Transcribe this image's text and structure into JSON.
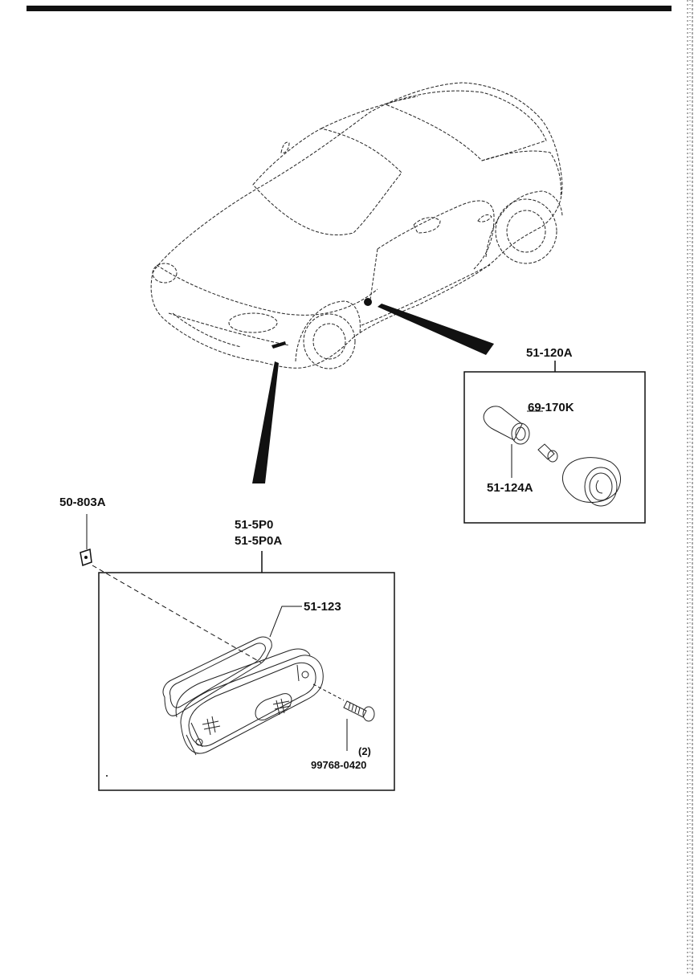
{
  "labels": {
    "bulb_socket_assembly": "51-120A",
    "bulb": "69-170K",
    "socket": "51-124A",
    "clip": "50-803A",
    "lamp_assembly_1": "51-5P0",
    "lamp_assembly_2": "51-5P0A",
    "gasket": "51-123",
    "screw_qty": "(2)",
    "screw": "99768-0420"
  },
  "colors": {
    "ink": "#111111",
    "background": "#ffffff"
  }
}
